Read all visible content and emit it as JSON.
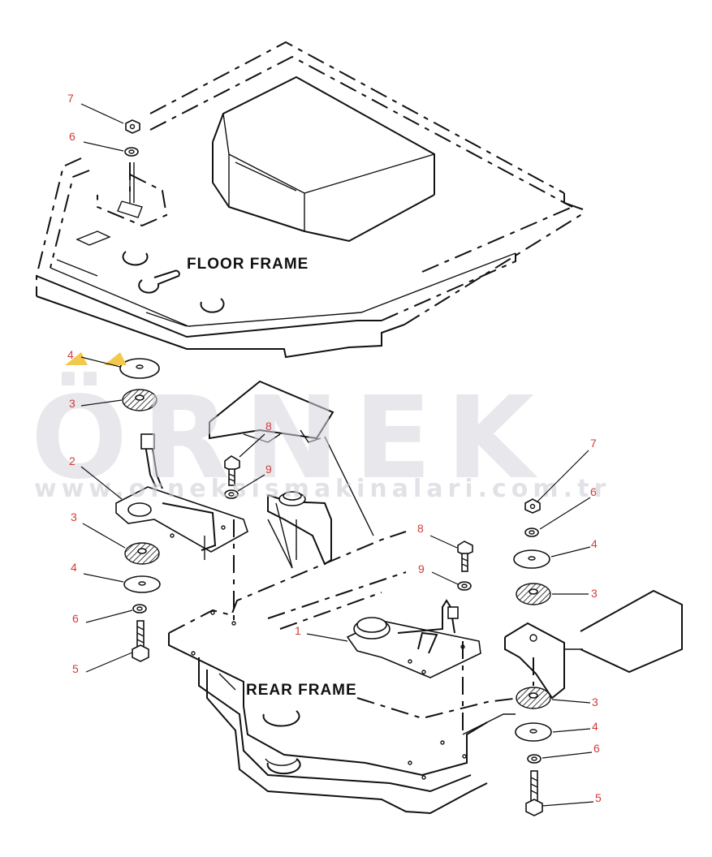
{
  "labels": {
    "floor_frame": "FLOOR FRAME",
    "rear_frame": "REAR FRAME"
  },
  "watermark": {
    "brand": "ÖRNEK",
    "url": "www.orneksismakinalari.com.tr",
    "accent_color": "#f2c94c"
  },
  "callouts": [
    "7",
    "6",
    "4",
    "3",
    "2",
    "8",
    "9",
    "3",
    "4",
    "6",
    "5",
    "7",
    "6",
    "4",
    "3",
    "8",
    "9",
    "1",
    "3",
    "4",
    "6",
    "5"
  ],
  "colors": {
    "callout": "#d23a3a",
    "line": "#111111"
  }
}
